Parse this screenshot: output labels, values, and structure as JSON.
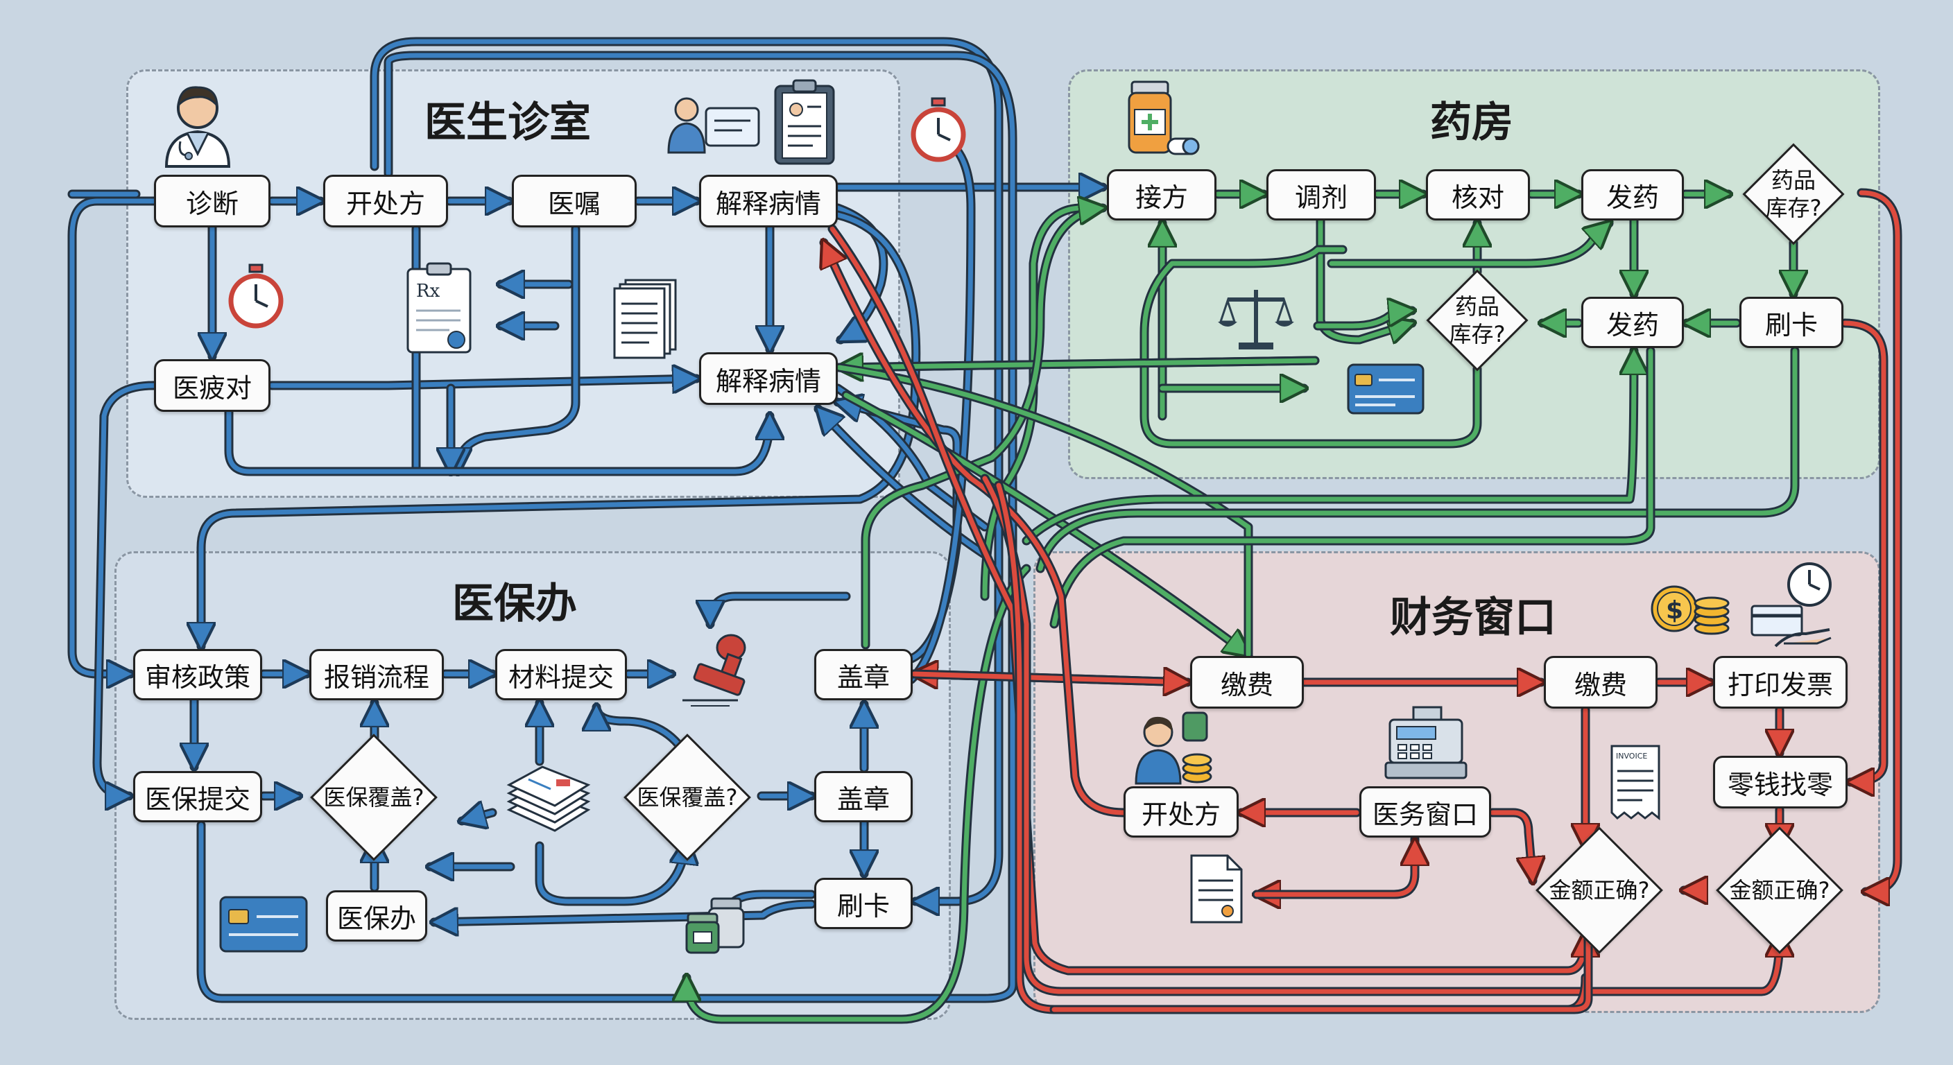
{
  "zones": {
    "doctor": {
      "title": "医生诊室"
    },
    "pharmacy": {
      "title": "药房"
    },
    "insurance": {
      "title": "医保办"
    },
    "finance": {
      "title": "财务窗口"
    }
  },
  "nodes": {
    "diagnose": "诊断",
    "prescribe": "开处方",
    "order": "医嘱",
    "explain_1": "解释病情",
    "check_patient": "医疲对",
    "explain_2": "解释病情",
    "receive": "接方",
    "dispense_mix": "调剂",
    "verify": "核对",
    "issue_drug_1": "发药",
    "issue_drug_2": "发药",
    "swipe_card_pharmacy": "刷卡",
    "review_policy": "审核政策",
    "reimburse_flow": "报销流程",
    "submit_materials": "材料提交",
    "stamp_1": "盖章",
    "stamp_2": "盖章",
    "insurance_submit": "医保提交",
    "insurance_office": "医保办",
    "swipe_card_insurance": "刷卡",
    "pay_1": "缴费",
    "pay_2": "缴费",
    "print_invoice": "打印发票",
    "give_change": "零钱找零",
    "prescribe_finance": "开处方",
    "medical_window": "医务窗口"
  },
  "decisions": {
    "stock_1": "药品\n库存?",
    "stock_2": "药品\n库存?",
    "coverage_1": "医保覆盖?",
    "coverage_2": "医保覆盖?",
    "amount_1": "金额正确?",
    "amount_2": "金额正确?"
  },
  "icons": {
    "invoice_text": "INVOICE",
    "rx_text": "Rx",
    "coin_symbol": "$",
    "names": [
      "doctor-icon",
      "stopwatch-icon",
      "clipboard-icon",
      "id-card-icon",
      "pill-bottle-icon",
      "scale-icon",
      "rubber-stamp-icon",
      "document-stack-icon",
      "cash-register-icon",
      "coins-icon",
      "clock-icon",
      "payment-hand-icon",
      "invoice-icon",
      "patient-money-icon",
      "medicine-bottles-icon"
    ]
  },
  "colors": {
    "blue": "#3a7fc0",
    "green": "#4fae64",
    "red": "#dd4b3e",
    "outline": "#23313f",
    "doctor_zone": "#dce6f0",
    "pharmacy_zone": "#cfe3d7",
    "insurance_zone": "#d3deea",
    "finance_zone": "#e6d6d8"
  }
}
